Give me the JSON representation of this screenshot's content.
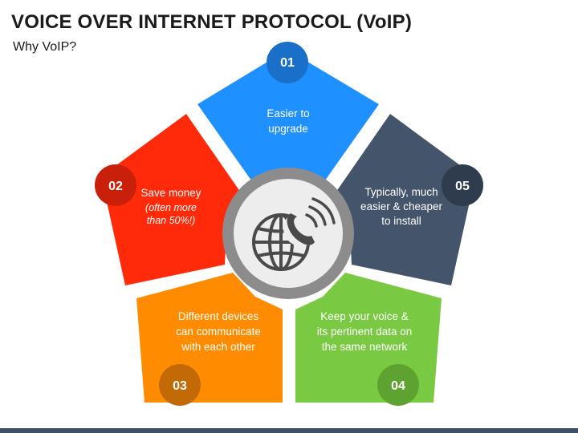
{
  "header": {
    "title": "VOICE OVER INTERNET PROTOCOL (VoIP)",
    "subtitle": "Why VoIP?"
  },
  "center": {
    "icon": "globe-phone-icon"
  },
  "segments": [
    {
      "number": "01",
      "lines": [
        "Easier to",
        "upgrade"
      ],
      "italic": [],
      "color": "#1e90ff",
      "badge_color": "#1a6fc9"
    },
    {
      "number": "02",
      "lines": [
        "Save money"
      ],
      "italic": [
        "(often more",
        "than 50%!)"
      ],
      "color": "#ff2a0a",
      "badge_color": "#c8200a"
    },
    {
      "number": "03",
      "lines": [
        "Different devices",
        "can communicate",
        "with each other"
      ],
      "italic": [],
      "color": "#ff8c00",
      "badge_color": "#c26a06"
    },
    {
      "number": "04",
      "lines": [
        "Keep your voice &",
        "its pertinent data on",
        "the same network"
      ],
      "italic": [],
      "color": "#7ac943",
      "badge_color": "#5ea331"
    },
    {
      "number": "05",
      "lines": [
        "Typically, much",
        "easier & cheaper",
        "to install"
      ],
      "italic": [],
      "color": "#44546a",
      "badge_color": "#2f3c4d"
    }
  ]
}
